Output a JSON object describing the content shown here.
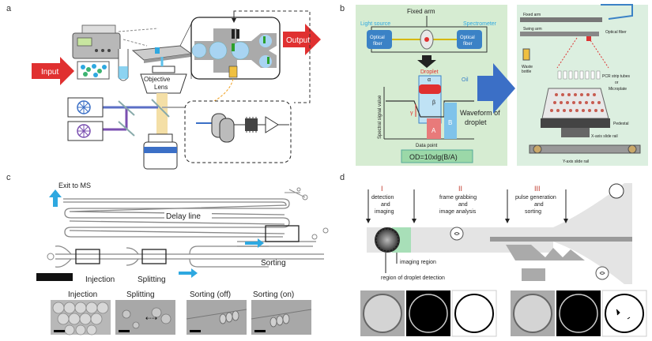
{
  "panels": {
    "a": {
      "letter": "a",
      "input_label": "Input",
      "output_label": "Output",
      "lens_label_1": "Objective",
      "lens_label_2": "Lens"
    },
    "b": {
      "letter": "b",
      "fixed_arm": "Fixed arm",
      "light_source": "Light source",
      "spectrometer": "Spectrometer",
      "optical_fiber_left": "Optical",
      "optical_fiber_left_2": "fiber",
      "optical_fiber_right": "Optical",
      "optical_fiber_right_2": "fiber",
      "droplet": "Droplet",
      "oil": "Oil",
      "alpha": "α",
      "beta": "β",
      "gamma": "γ",
      "bar_a": "A",
      "bar_b": "B",
      "y_axis": "Spectral signal value",
      "x_axis": "Data point",
      "waveform_1": "Waveform of",
      "waveform_2": "droplet",
      "formula": "OD=10xlg(B/A)",
      "photo_fixed_arm": "Fixed arm",
      "photo_swing_arm": "Swing arm",
      "photo_optical_fiber": "Optical fiber",
      "photo_waste_1": "Waste",
      "photo_waste_2": "bottle",
      "photo_pcr": "PCR strip tubes",
      "photo_or": "or",
      "photo_microplate": "Microplate",
      "photo_pedestal": "Pedestal",
      "photo_x_rail": "X-axis slide rail",
      "photo_y_rail": "Y-axis slide rail"
    },
    "c": {
      "letter": "c",
      "exit": "Exit to MS",
      "delay_line": "Delay line",
      "sorting": "Sorting",
      "injection": "Injection",
      "splitting": "Splitting",
      "thumbs": [
        "Injection",
        "Splitting",
        "Sorting (off)",
        "Sorting (on)"
      ]
    },
    "d": {
      "letter": "d",
      "step1_num": "I",
      "step1_text": [
        "detection",
        "and",
        "imaging"
      ],
      "step2_num": "II",
      "step2_text": [
        "frame grabbing",
        "and",
        "image analysis"
      ],
      "step3_num": "III",
      "step3_text": [
        "pulse generation",
        "and",
        "sorting"
      ],
      "imaging_region": "imaging region",
      "detection_region": "region of droplet detection"
    }
  },
  "colors": {
    "red_arrow": "#e03030",
    "blue_arrow": "#3b6fc6",
    "cyan": "#2ea8e0",
    "panel_b_bg": "#d6ecd2",
    "green_box": "#9bd8a8"
  }
}
